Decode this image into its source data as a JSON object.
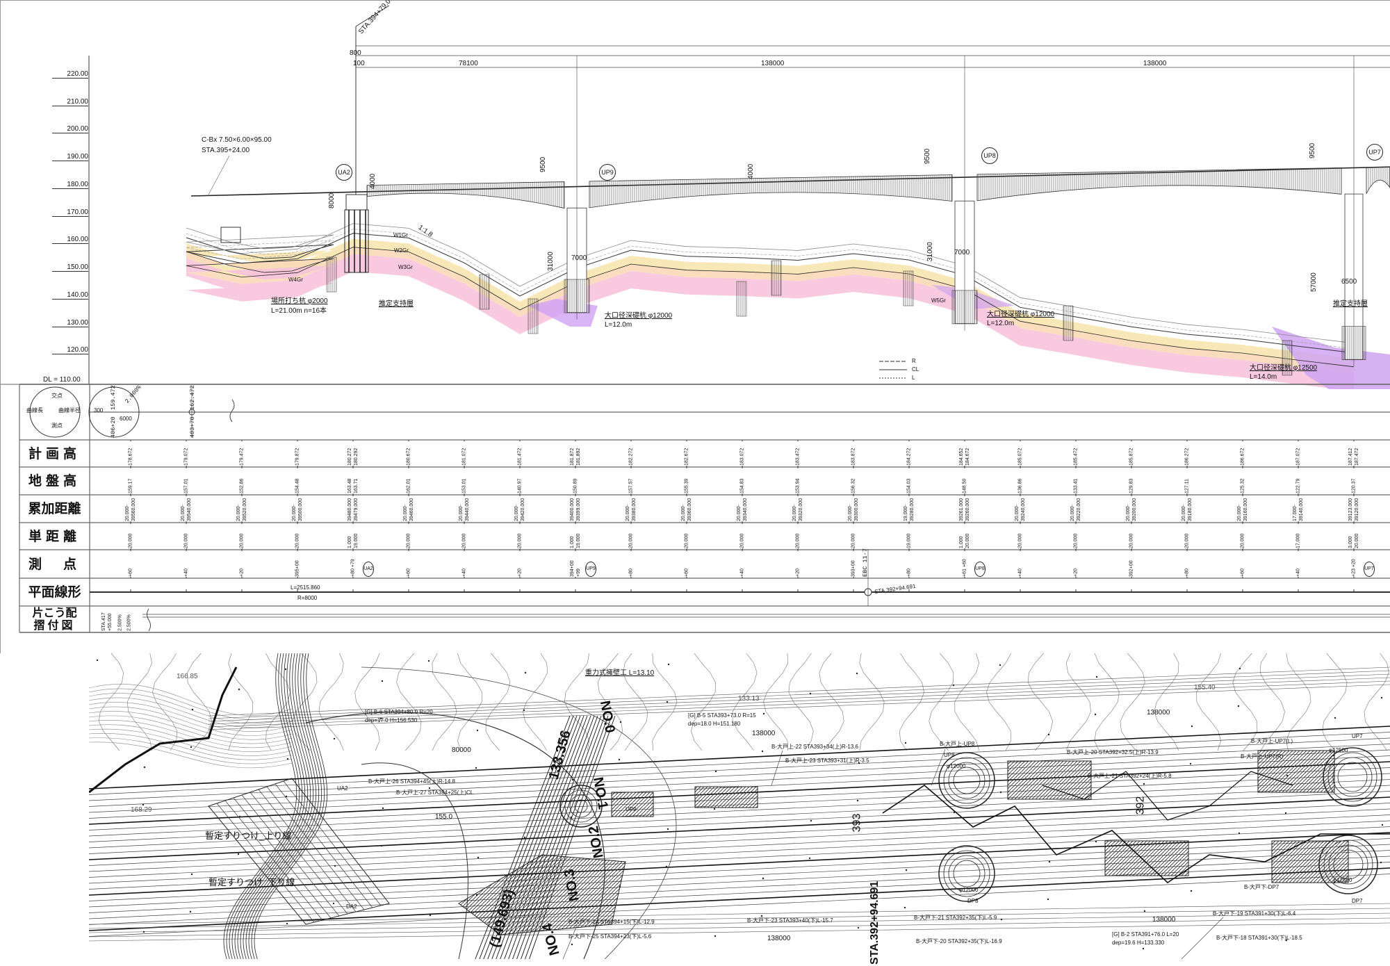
{
  "profile": {
    "elevations": [
      "220.00",
      "210.00",
      "200.00",
      "190.00",
      "180.00",
      "170.00",
      "160.00",
      "150.00",
      "140.00",
      "130.00",
      "120.00"
    ],
    "datum_label": "DL = 110.00",
    "station_top": "STA.394+79.0",
    "culvert": "C-Bx 7.50×6.00×95.00",
    "culvert_sta": "STA.395+24.00",
    "dims": {
      "d800": "800",
      "d100": "100",
      "span1": "78100",
      "span2": "138000",
      "span3": "138000"
    },
    "piers": [
      "UA2",
      "UP9",
      "UP8",
      "UP7"
    ],
    "heights": {
      "h9500a": "9500",
      "h9500b": "9500",
      "h9500c": "9500",
      "h4000a": "4000",
      "h4000b": "4000",
      "h8000": "8000",
      "h31000a": "31000",
      "h31000b": "31000",
      "h57000": "57000",
      "w7000a": "7000",
      "w7000b": "7000",
      "w6500": "6500",
      "slope": "1:1.8"
    },
    "notes": {
      "pile1": "場所打ち杭 φ2000",
      "pile1_len": "L=21.00m  n=16本",
      "support1": "推定支持層",
      "caisson1": "大口径深礎杭 φ12000",
      "caisson1_len": "L=12.0m",
      "caisson2": "大口径深礎杭 φ12000",
      "caisson2_len": "L=12.0m",
      "caisson3": "大口径深礎杭 φ12500",
      "caisson3_len": "L=14.0m",
      "support2": "推定支持層"
    },
    "layers": [
      "W1Gr",
      "W2Gr",
      "W3Gr",
      "W4Gr",
      "W5Gr"
    ],
    "legend": [
      "R",
      "CL",
      "L"
    ],
    "colors": {
      "w1": "#f7e6b0",
      "w2": "#f9d9b8",
      "w3": "#f7c3dc",
      "w5": "#cfa3f2"
    }
  },
  "table": {
    "row_labels": [
      "計画高",
      "地盤高",
      "累加距離",
      "単距離",
      "測　点",
      "平面線形",
      "片こう配",
      "摺付図"
    ],
    "curve": {
      "labels": [
        "曲線長",
        "曲線半径",
        "交点",
        "測点"
      ],
      "values": [
        "300",
        "6000",
        "159.472",
        "2.000%",
        "406+20",
        "162.472",
        "403+70"
      ]
    },
    "plan_height": [
      "178.672",
      "179.072",
      "179.472",
      "179.872",
      "180.272 180.292",
      "180.672",
      "181.072",
      "181.472",
      "181.872 181.892",
      "182.272",
      "182.672",
      "183.072",
      "183.472",
      "183.872",
      "184.272",
      "184.652 184.672",
      "185.072",
      "185.472",
      "185.872",
      "186.272",
      "186.672",
      "187.072",
      "187.412 187.472"
    ],
    "ground_height": [
      "159.17",
      "157.01",
      "152.86",
      "154.48",
      "163.48 163.71",
      "162.01",
      "153.01",
      "140.97",
      "150.89",
      "157.57",
      "155.39",
      "154.83",
      "153.94",
      "156.32",
      "154.03",
      "148.50",
      "136.86",
      "133.41",
      "129.83",
      "127.11",
      "125.32",
      "122.79",
      "120.37"
    ],
    "cumulative": [
      "20.000-39560.000",
      "20.000-39540.000",
      "20.000-39520.000",
      "20.000-39500.000",
      "39480.000 39479.000",
      "20.000-39460.000",
      "20.000-39440.000",
      "20.000-39420.000",
      "39400.000 39399.000",
      "20.000-39380.000",
      "20.000-39360.000",
      "20.000-39340.000",
      "20.000-39320.000",
      "20.000-39300.000",
      "19.000-39280.000",
      "39261.000 39260.000",
      "20.000-39240.000",
      "20.000-39220.000",
      "20.000-39200.000",
      "20.000-39180.000",
      "20.000-39160.000",
      "17.000-39140.000",
      "39123.000 39120.000"
    ],
    "single": [
      "20.000",
      "20.000",
      "20.000",
      "20.000",
      "1.000 19.000",
      "20.000",
      "20.000",
      "20.000",
      "1.000 19.000",
      "20.000",
      "20.000",
      "20.000",
      "20.000",
      "20.000",
      "19.000",
      "1.000 20.000",
      "20.000",
      "20.000",
      "20.000",
      "20.000",
      "20.000",
      "17.000",
      "3.000 20.000"
    ],
    "stations": [
      "+60",
      "+40",
      "+20",
      "395+00",
      "+80 +79",
      "+60",
      "+40",
      "+20",
      "394+00 +99",
      "+80",
      "+60",
      "+40",
      "+20",
      "393+00",
      "+80",
      "+61 +60",
      "+40",
      "+20",
      "392+00",
      "+80",
      "+60",
      "+40",
      "+23 +20"
    ],
    "station_markers": {
      "c4": "UA2",
      "c8": "UP9",
      "c15": "UP8",
      "c22": "UP7"
    },
    "ebc": "EBC 11-7",
    "alignment": {
      "length": "L=2515.860",
      "radius": "R=8000",
      "sta": "STA.392+94.691"
    },
    "superelevation": {
      "sta": "STA.417 +55.000",
      "pct1": "2.500%",
      "pct2": "2.500%"
    }
  },
  "plan": {
    "labels": {
      "no0": "NO.0",
      "no1": "NO.1",
      "no2": "NO.2",
      "no3": "NO.3",
      "no4": "NO.4",
      "ch1": "133.356",
      "ch2": "(149.693)",
      "sta": "STA.392+94.691",
      "s393": "393",
      "s392": "392",
      "d80000": "80000",
      "d138000a": "138000",
      "d138000b": "138000",
      "d138000c": "138000",
      "d138000d": "138000",
      "wall": "重力式擁壁工 L=13.10",
      "g6": "[G] B-6  STA394+80.0  R=20",
      "g6b": "dep=17.0  H=156.530",
      "g5": "[G] B-5  STA393+73.0  R=15",
      "g5b": "dep=18.0  H=151.180",
      "g2": "[G] B-2  STA391+76.0  L=20",
      "g2b": "dep=19.6  H=133.330",
      "up_line": "暫定すりつけ_上り線",
      "down_line": "暫定すりつけ_下り線",
      "b26": "B-大戸上-26 STA394+45(上)R-14.8",
      "b27": "B-大戸上-27 STA394+25(上)CL",
      "b22": "B-大戸上-22 STA393+34(上)R-13.6",
      "b23": "B-大戸上-23 STA393+31(上)R-3.5",
      "b20": "B-大戸上-20 STA392+32.5(上)R-13.9",
      "b21": "B-大戸上-21 STA392+24(上)R-5.8",
      "bd24": "B-大戸下-24 STA394+15(下)L-12.9",
      "bd25": "B-大戸下-25 STA394+23(下)L-5.6",
      "bd23": "B-大戸下-23 STA393+40(下)L-15.7",
      "bd21": "B-大戸下-21 STA392+35(下)L-5.9",
      "bd20": "B-大戸下-20 STA392+35(下)L-16.9",
      "bd19": "B-大戸下-19 STA391+30(下)L-6.4",
      "bd18": "B-大戸下-18 STA391+30(下)L-18.5",
      "bup8": "B-大戸上-UP8",
      "bup7l": "B-大戸上-UP7(L)",
      "bup7r": "B-大戸上-UP7(R)",
      "bdp7": "B-大戸下-DP7",
      "phi1": "φ12000",
      "phi2": "φ12000",
      "phi3": "φ12500",
      "phi4": "φ12500",
      "ua2": "UA2",
      "da2": "DA2",
      "up9": "UP9",
      "up8": "UP8",
      "up7": "UP7",
      "dp8": "DP8",
      "dp7": "DP7",
      "e1": "166.85",
      "e2": "168.29",
      "e3": "133.13",
      "e4": "155.40",
      "e5": "155.0"
    }
  }
}
